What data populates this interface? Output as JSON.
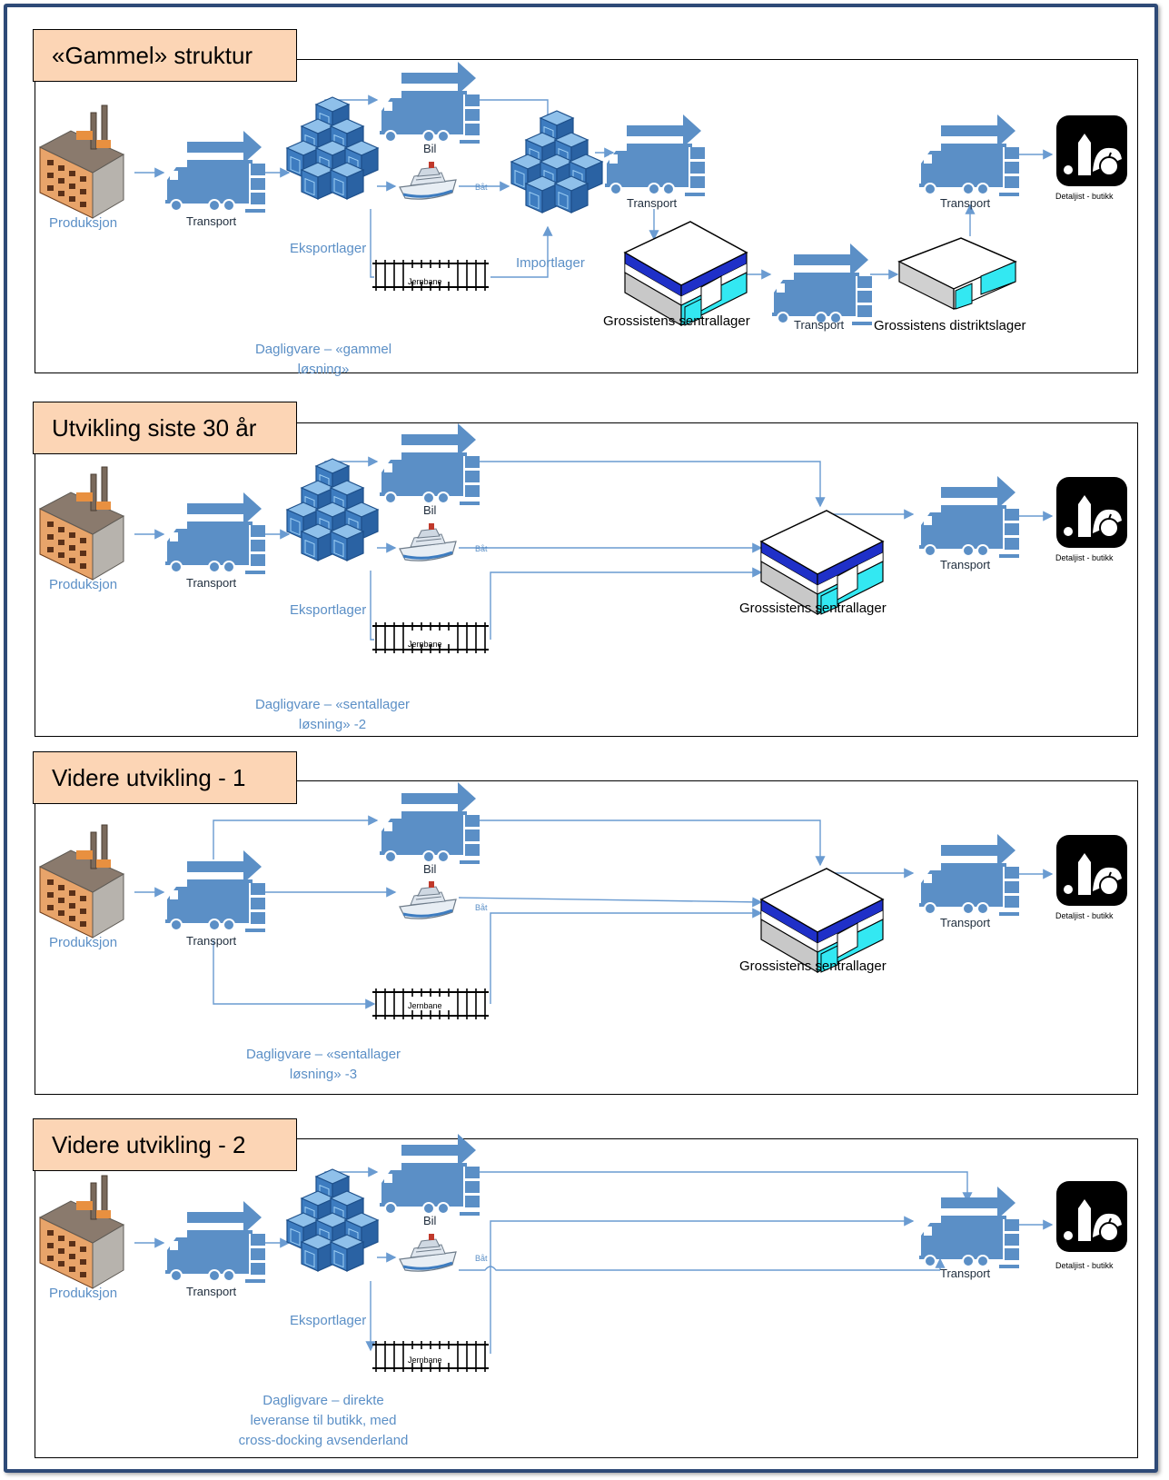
{
  "panels": [
    {
      "title": "«Gammel» struktur",
      "labels": {
        "produksjon": "Produksjon",
        "transport1": "Transport",
        "eksportlager": "Eksportlager",
        "bil": "Bil",
        "bat": "Båt",
        "jernbane": "Jernbane",
        "importlager": "Importlager",
        "transport2": "Transport",
        "sentrallager": "Grossistens sentrallager",
        "transport3": "Transport",
        "distriktslager": "Grossistens distriktslager",
        "transport4": "Transport",
        "butikk": "Detaljist - butikk",
        "caption1": "Dagligvare – «gammel",
        "caption2": "løsning»"
      }
    },
    {
      "title": "Utvikling siste 30 år",
      "labels": {
        "produksjon": "Produksjon",
        "transport1": "Transport",
        "eksportlager": "Eksportlager",
        "bil": "Bil",
        "bat": "Båt",
        "jernbane": "Jernbane",
        "sentrallager": "Grossistens sentrallager",
        "transport4": "Transport",
        "butikk": "Detaljist - butikk",
        "caption1": "Dagligvare – «sentallager",
        "caption2": "løsning» -2"
      }
    },
    {
      "title": "Videre utvikling - 1",
      "labels": {
        "produksjon": "Produksjon",
        "transport1": "Transport",
        "bil": "Bil",
        "bat": "Båt",
        "jernbane": "Jernbane",
        "sentrallager": "Grossistens sentrallager",
        "transport4": "Transport",
        "butikk": "Detaljist - butikk",
        "caption1": "Dagligvare – «sentallager",
        "caption2": "løsning» -3"
      }
    },
    {
      "title": "Videre utvikling - 2",
      "labels": {
        "produksjon": "Produksjon",
        "transport1": "Transport",
        "eksportlager": "Eksportlager",
        "bil": "Bil",
        "bat": "Båt",
        "jernbane": "Jernbane",
        "transport4": "Transport",
        "butikk": "Detaljist - butikk",
        "caption1": "Dagligvare – direkte",
        "caption2": "leveranse til butikk, med",
        "caption3": "cross-docking avsenderland"
      }
    }
  ],
  "colors": {
    "truck": "#5b8fc6",
    "arrow": "#6a9bd1",
    "box": "#3d7cc0",
    "warehouse_band": "#1f30c8",
    "warehouse_cyan": "#33e8f2",
    "tab_fill": "#fcd5b5",
    "frame": "#2e4a77"
  },
  "icons": [
    "factory-icon",
    "truck-icon",
    "stacked-boxes-icon",
    "ship-icon",
    "railway-icon",
    "warehouse-icon",
    "shop-icon"
  ]
}
